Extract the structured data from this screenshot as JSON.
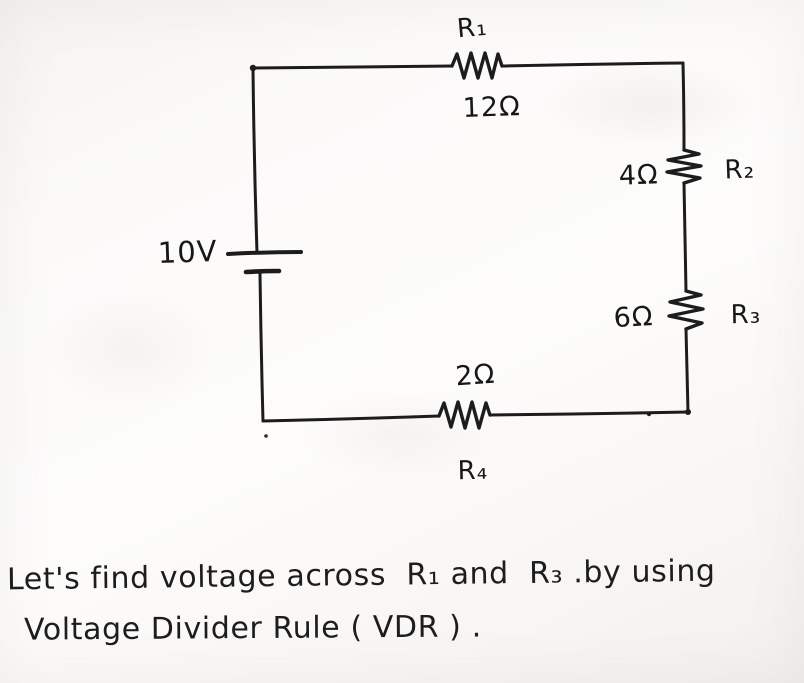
{
  "circuit": {
    "source": {
      "type": "battery",
      "label": "10V"
    },
    "resistors": [
      {
        "name": "R₁",
        "value": "12Ω",
        "position": "top"
      },
      {
        "name": "R₂",
        "value": "4Ω",
        "position": "right-upper"
      },
      {
        "name": "R₃",
        "value": "6Ω",
        "position": "right-lower"
      },
      {
        "name": "R₄",
        "value": "2Ω",
        "position": "bottom"
      }
    ]
  },
  "caption": {
    "line1": "Let's find voltage across  R₁ and  R₃ .by using",
    "line2": "Voltage Divider Rule ( VDR ) ."
  },
  "colors": {
    "ink": "#1c1c1c",
    "paper": "#fbfaf8"
  }
}
